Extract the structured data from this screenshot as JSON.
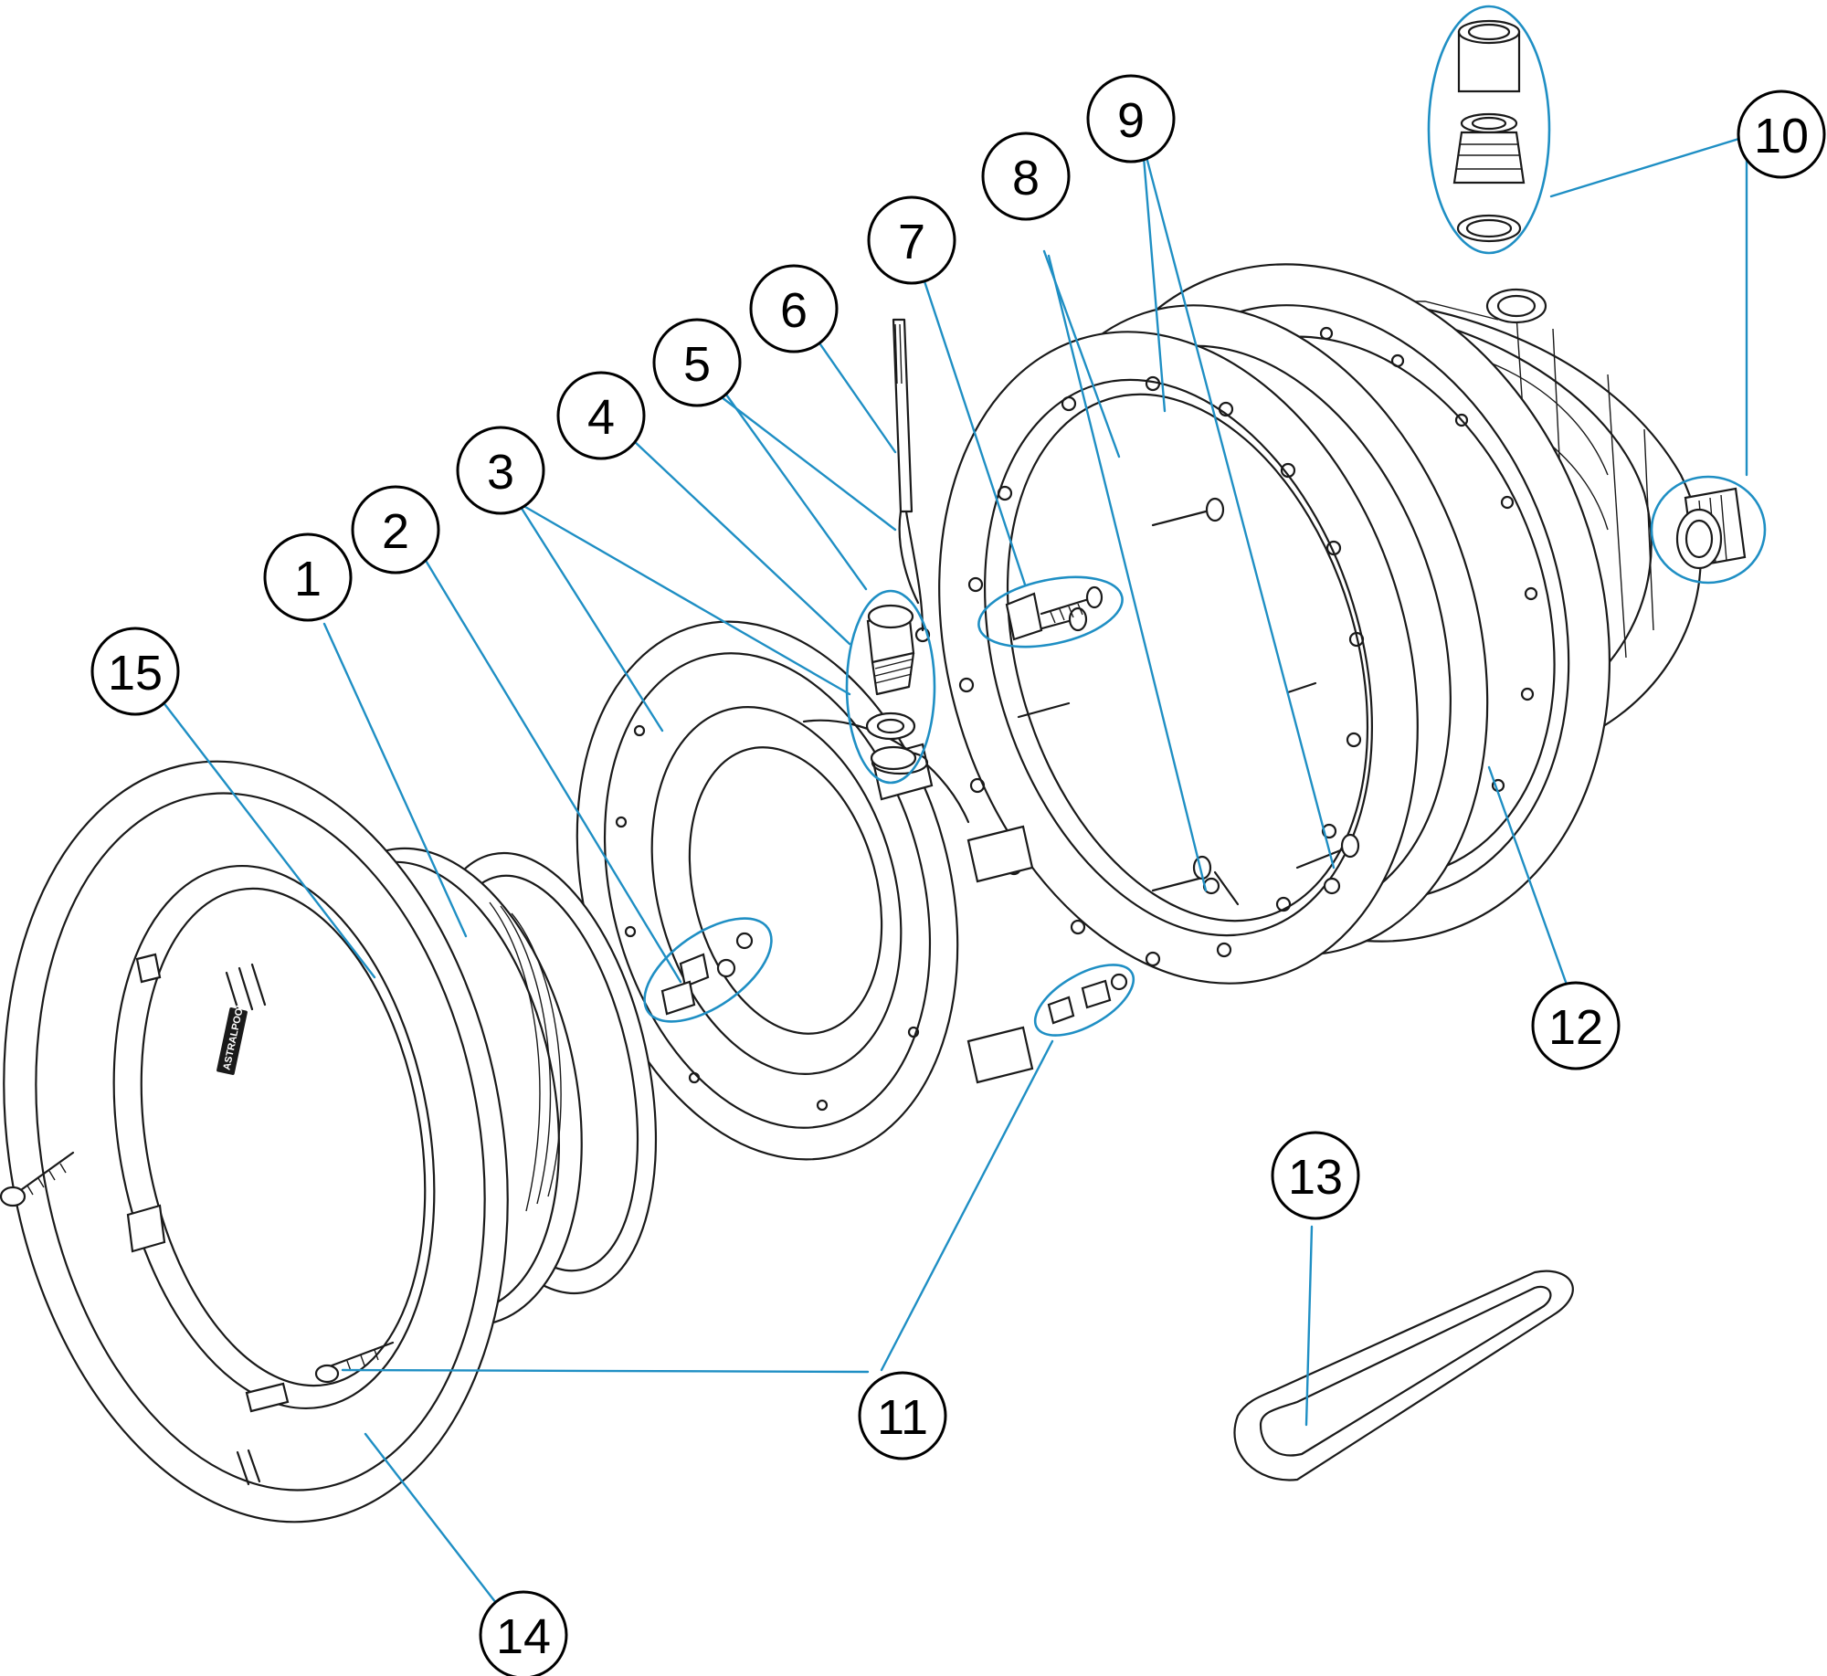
{
  "brand_label": "ASTRALPOOL",
  "colors": {
    "leader": "#1f8fc4",
    "outline": "#1a1a1a"
  },
  "callouts": [
    {
      "id": "1",
      "label": "1"
    },
    {
      "id": "2",
      "label": "2"
    },
    {
      "id": "3",
      "label": "3"
    },
    {
      "id": "4",
      "label": "4"
    },
    {
      "id": "5",
      "label": "5"
    },
    {
      "id": "6",
      "label": "6"
    },
    {
      "id": "7",
      "label": "7"
    },
    {
      "id": "8",
      "label": "8"
    },
    {
      "id": "9",
      "label": "9"
    },
    {
      "id": "10",
      "label": "10"
    },
    {
      "id": "11",
      "label": "11"
    },
    {
      "id": "12",
      "label": "12"
    },
    {
      "id": "13",
      "label": "13"
    },
    {
      "id": "14",
      "label": "14"
    },
    {
      "id": "15",
      "label": "15"
    }
  ]
}
